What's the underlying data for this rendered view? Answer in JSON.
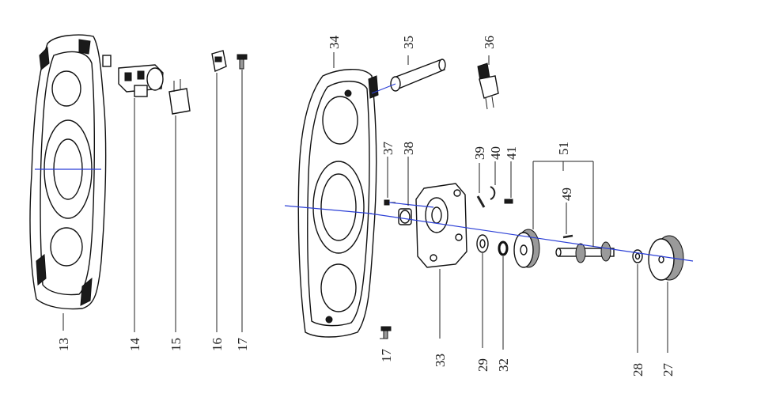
{
  "callouts": [
    {
      "id": "13",
      "text": "13"
    },
    {
      "id": "14",
      "text": "14"
    },
    {
      "id": "15",
      "text": "15"
    },
    {
      "id": "16",
      "text": "16"
    },
    {
      "id": "17a",
      "text": "17"
    },
    {
      "id": "17b",
      "text": "17"
    },
    {
      "id": "34",
      "text": "34"
    },
    {
      "id": "35",
      "text": "35"
    },
    {
      "id": "36",
      "text": "36"
    },
    {
      "id": "37",
      "text": "37"
    },
    {
      "id": "38",
      "text": "38"
    },
    {
      "id": "39",
      "text": "39"
    },
    {
      "id": "40",
      "text": "40"
    },
    {
      "id": "41",
      "text": "41"
    },
    {
      "id": "51",
      "text": "51"
    },
    {
      "id": "49",
      "text": "49"
    },
    {
      "id": "33",
      "text": "33"
    },
    {
      "id": "29",
      "text": "29"
    },
    {
      "id": "32",
      "text": "32"
    },
    {
      "id": "28",
      "text": "28"
    },
    {
      "id": "27",
      "text": "27"
    }
  ],
  "colors": {
    "axis": "#2b3fd6",
    "ink": "#111111"
  }
}
